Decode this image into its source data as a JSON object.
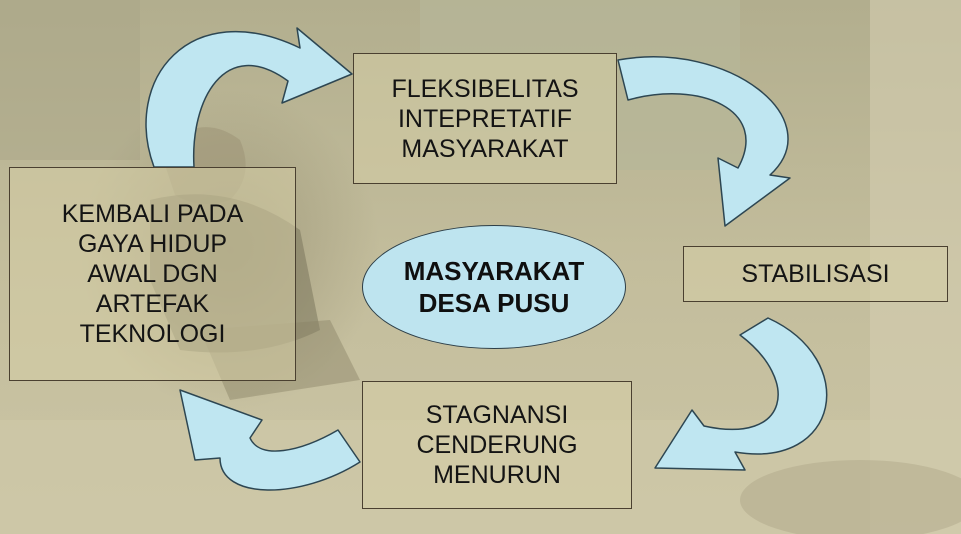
{
  "diagram": {
    "center": {
      "lines": [
        "MASYARAKAT",
        "DESA PUSU"
      ]
    },
    "nodes": {
      "top": {
        "lines": [
          "FLEKSIBELITAS",
          "INTEPRETATIF",
          "MASYARAKAT"
        ]
      },
      "right": {
        "lines": [
          "STABILISASI"
        ]
      },
      "bottom": {
        "lines": [
          "STAGNANSI",
          "CENDERUNG",
          "MENURUN"
        ]
      },
      "left": {
        "lines": [
          "KEMBALI PADA",
          "GAYA HIDUP",
          "AWAL DGN",
          "ARTEFAK",
          "TEKNOLOGI"
        ]
      }
    },
    "cycle_order": [
      "top",
      "right",
      "bottom",
      "left"
    ]
  },
  "colors": {
    "arrow_fill": "#bfe6f1",
    "arrow_stroke": "#2d4652",
    "ellipse_fill": "#bee4ef",
    "box_border": "#4a4030",
    "text": "#141414"
  }
}
